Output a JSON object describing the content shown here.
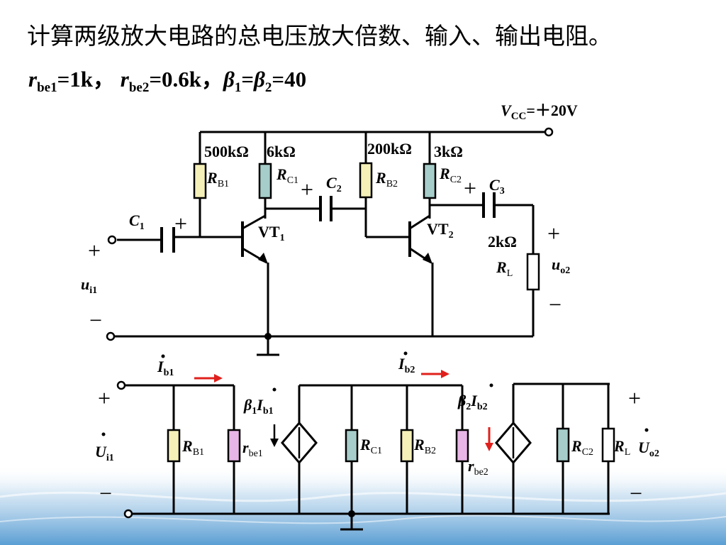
{
  "title": "计算两级放大电路的总电压放大倍数、输入、输出电阻。",
  "params": {
    "rbe1_sym": "r",
    "rbe1_sub": "be1",
    "rbe1_val": "=1k，",
    "rbe2_sym": "r",
    "rbe2_sub": "be2",
    "rbe2_val": "=0.6k，",
    "beta1_sym": "β",
    "beta1_sub": "1",
    "eq": "=",
    "beta2_sym": "β",
    "beta2_sub": "2",
    "beta_val": "=40"
  },
  "circuit": {
    "vcc_sym": "V",
    "vcc_sub": "CC",
    "vcc_val": "=＋20V",
    "rb1_value": "500kΩ",
    "rc1_value": "6kΩ",
    "rb2_value": "200kΩ",
    "rc2_value": "3kΩ",
    "rl_value": "2kΩ",
    "rb1_sym": "R",
    "rb1_sub": "B1",
    "rc1_sym": "R",
    "rc1_sub": "C1",
    "rb2_sym": "R",
    "rb2_sub": "B2",
    "rc2_sym": "R",
    "rc2_sub": "C2",
    "rl_sym": "R",
    "rl_sub": "L",
    "c1_sym": "C",
    "c1_sub": "1",
    "c2_sym": "C",
    "c2_sub": "2",
    "c3_sym": "C",
    "c3_sub": "3",
    "vt1_sym": "VT",
    "vt1_sub": "1",
    "vt2_sym": "VT",
    "vt2_sub": "2",
    "ui_sym": "u",
    "ui_sub": "i1",
    "uo_sym": "u",
    "uo_sub": "o2",
    "plus": "+",
    "minus": "−"
  },
  "equivalent": {
    "ib1_sym": "I",
    "ib1_sub": "b1",
    "ib2_sym": "I",
    "ib2_sub": "b2",
    "beta1ib1": {
      "b": "β",
      "b_sub": "1",
      "i": "I",
      "i_sub": "b1"
    },
    "beta2ib2": {
      "b": "β",
      "b_sub": "2",
      "i": "I",
      "i_sub": "b2"
    },
    "rb1_sym": "R",
    "rb1_sub": "B1",
    "rbe1_sym": "r",
    "rbe1_sub": "be1",
    "rc1_sym": "R",
    "rc1_sub": "C1",
    "rb2_sym": "R",
    "rb2_sub": "B2",
    "rbe2_sym": "r",
    "rbe2_sub": "be2",
    "rc2_sym": "R",
    "rc2_sub": "C2",
    "rl_sym": "R",
    "rl_sub": "L",
    "ui_sym": "U",
    "ui_sub": "i1",
    "uo_sym": "U",
    "uo_sub": "o2",
    "plus": "+",
    "minus": "−"
  },
  "colors": {
    "rb_fill": "#f5f0b8",
    "rc_fill": "#a6cdc9",
    "rbe_fill": "#e8b6e6",
    "arrow": "#e0201c",
    "wire": "#000000",
    "wave": "#4a90c8"
  }
}
